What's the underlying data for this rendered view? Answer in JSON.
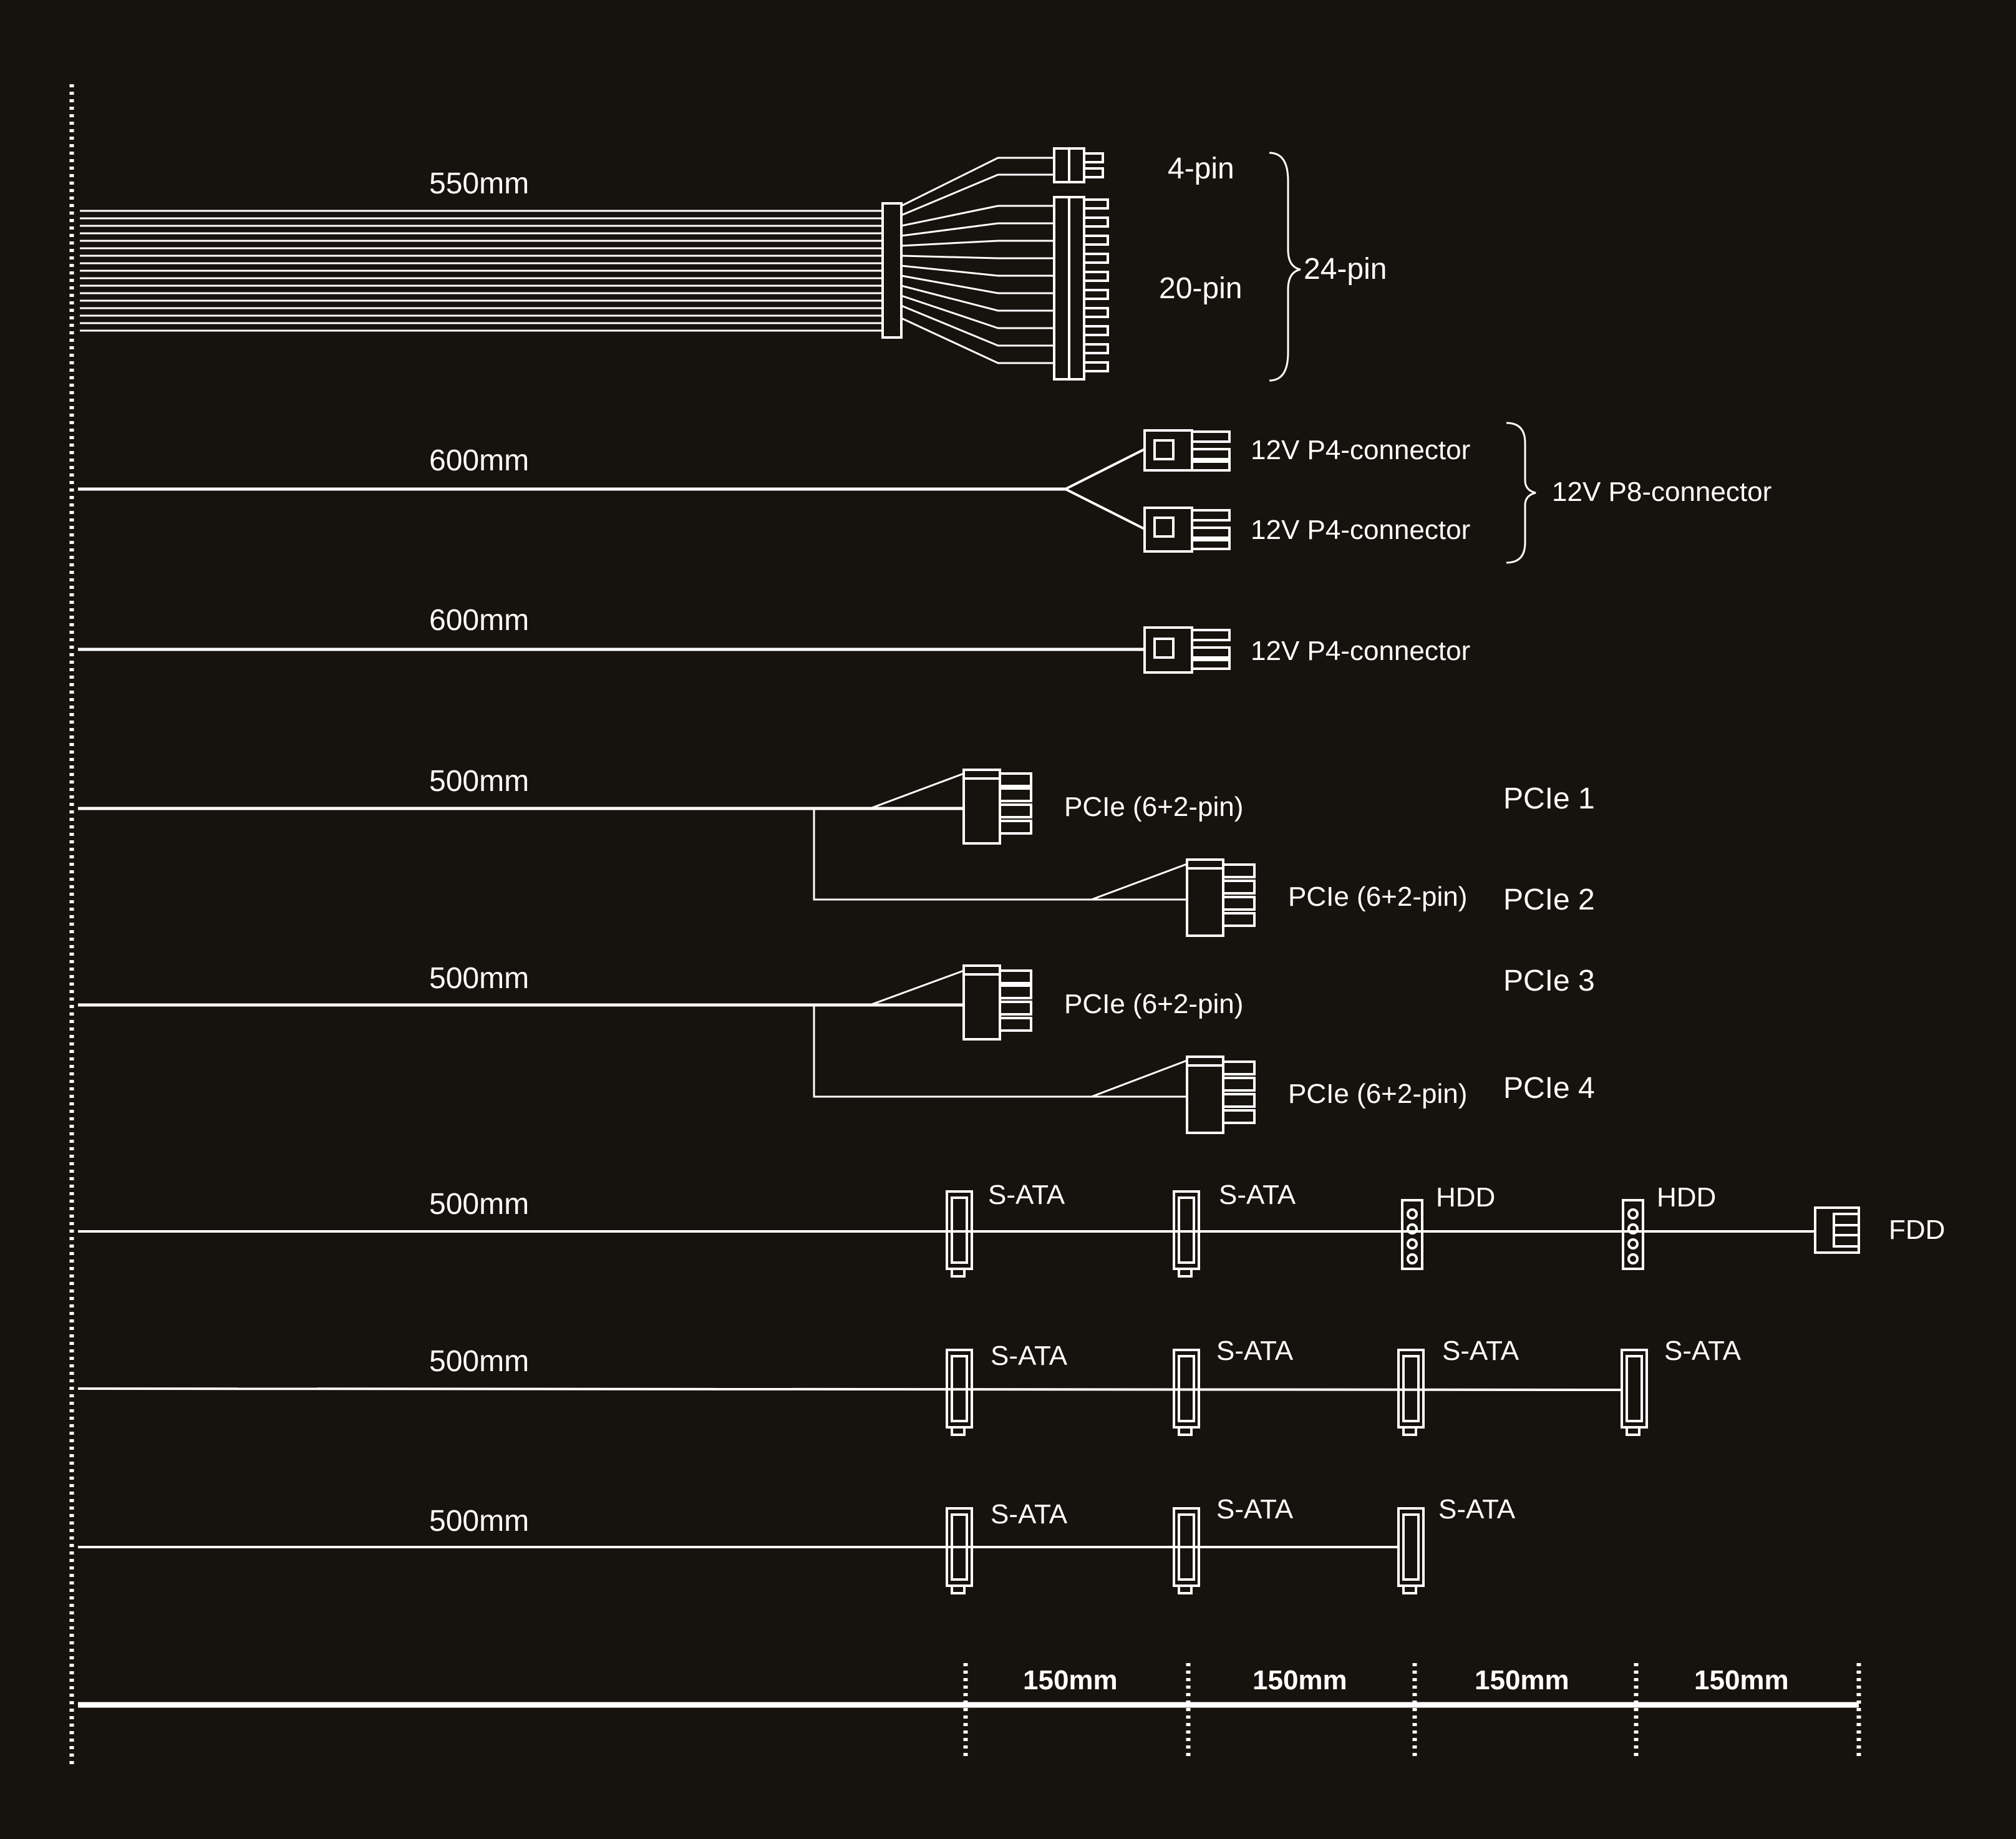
{
  "colors": {
    "background": "#16130e",
    "line": "#ffffff"
  },
  "cables": {
    "atx": {
      "length": "550mm",
      "pin4": "4-pin",
      "pin20": "20-pin",
      "pin24": "24-pin"
    },
    "cpu1": {
      "length": "600mm",
      "p4_a": "12V P4-connector",
      "p4_b": "12V P4-connector",
      "p8": "12V P8-connector"
    },
    "cpu2": {
      "length": "600mm",
      "p4": "12V P4-connector"
    },
    "pcie_a": {
      "length": "500mm",
      "conn1": "PCIe (6+2-pin)",
      "conn2": "PCIe (6+2-pin)",
      "label1": "PCIe 1",
      "label2": "PCIe 2"
    },
    "pcie_b": {
      "length": "500mm",
      "conn1": "PCIe (6+2-pin)",
      "conn2": "PCIe (6+2-pin)",
      "label1": "PCIe 3",
      "label2": "PCIe 4"
    },
    "peripheral": {
      "length": "500mm",
      "sata1": "S-ATA",
      "sata2": "S-ATA",
      "hdd1": "HDD",
      "hdd2": "HDD",
      "fdd": "FDD"
    },
    "sata_a": {
      "length": "500mm",
      "sata1": "S-ATA",
      "sata2": "S-ATA",
      "sata3": "S-ATA",
      "sata4": "S-ATA"
    },
    "sata_b": {
      "length": "500mm",
      "sata1": "S-ATA",
      "sata2": "S-ATA",
      "sata3": "S-ATA"
    }
  },
  "scale": {
    "seg1": "150mm",
    "seg2": "150mm",
    "seg3": "150mm",
    "seg4": "150mm"
  }
}
